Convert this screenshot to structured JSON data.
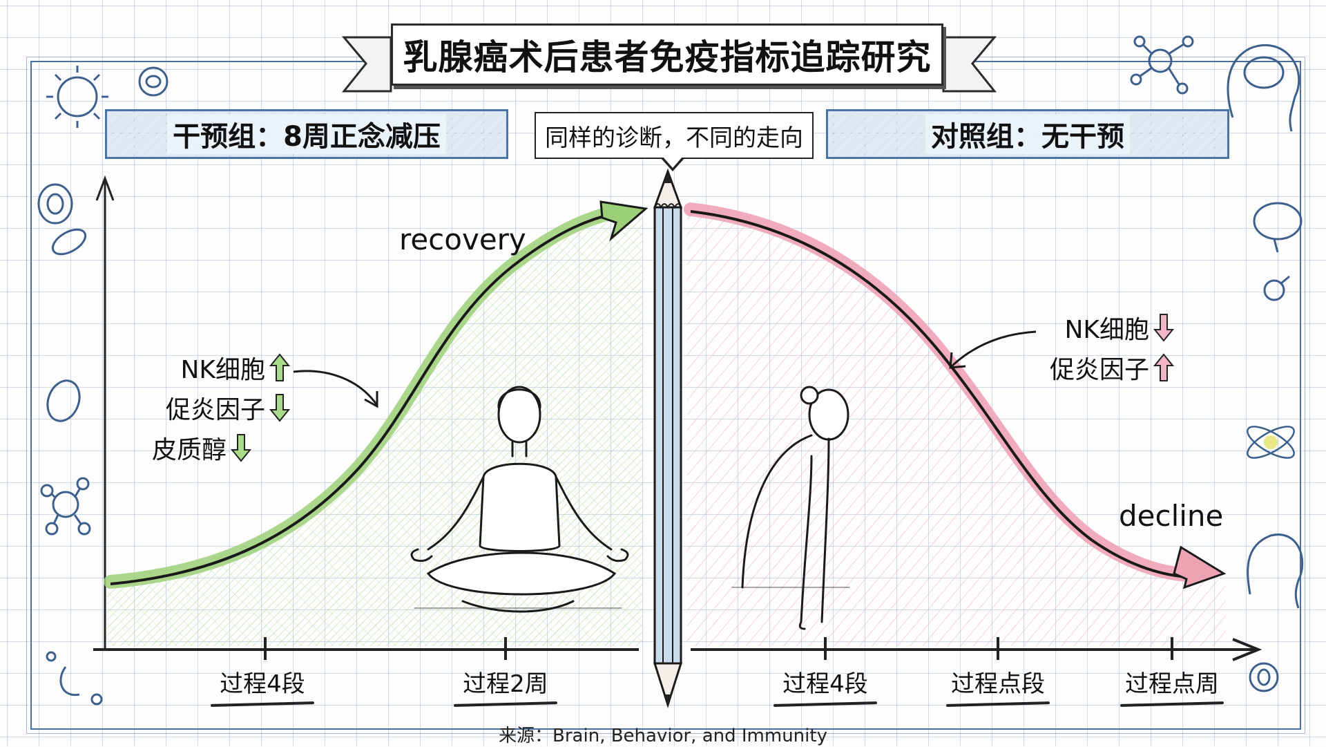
{
  "title": "乳腺癌术后患者免疫指标追踪研究",
  "callout": "同样的诊断，不同的走向",
  "intervention_group": {
    "label": "干预组：8周正念减压",
    "trend_word": "recovery",
    "trend_color": "#8cc46a",
    "markers": [
      {
        "name": "NK细胞",
        "direction": "up",
        "arrow": "↑"
      },
      {
        "name": "促炎因子",
        "direction": "down",
        "arrow": "↓"
      },
      {
        "name": "皮质醇",
        "direction": "down",
        "arrow": "↓"
      }
    ],
    "x_ticks": [
      "过程4段",
      "过程2周"
    ],
    "figure": "meditating-woman"
  },
  "control_group": {
    "label": "对照组：无干预",
    "trend_word": "decline",
    "trend_color": "#e89aac",
    "markers": [
      {
        "name": "NK细胞",
        "direction": "down",
        "arrow": "↓"
      },
      {
        "name": "促炎因子",
        "direction": "up",
        "arrow": "↑"
      }
    ],
    "x_ticks": [
      "过程4段",
      "过程点段",
      "过程点周"
    ],
    "figure": "slumped-woman"
  },
  "divider": "pencil",
  "source": "来源：Brain, Behavior, and Immunity",
  "colors": {
    "grid": "#7896b9",
    "frame": "#4a6f9c",
    "green": "#8cc46a",
    "pink": "#e89aac",
    "ink": "#111111"
  },
  "chart_data": {
    "type": "line",
    "title": "乳腺癌术后患者免疫指标追踪研究",
    "xlabel": "",
    "ylabel": "",
    "grid": true,
    "series": [
      {
        "name": "干预组：8周正念减压",
        "trend": "recovery",
        "shape": "rising S-curve",
        "x_ticks": [
          "过程4段",
          "过程2周"
        ],
        "values_relative": [
          0.1,
          0.15,
          0.3,
          0.55,
          0.8,
          0.95
        ]
      },
      {
        "name": "对照组：无干预",
        "trend": "decline",
        "shape": "falling S-curve",
        "x_ticks": [
          "过程4段",
          "过程点段",
          "过程点周"
        ],
        "values_relative": [
          0.95,
          0.85,
          0.6,
          0.35,
          0.15,
          0.1
        ]
      }
    ]
  }
}
